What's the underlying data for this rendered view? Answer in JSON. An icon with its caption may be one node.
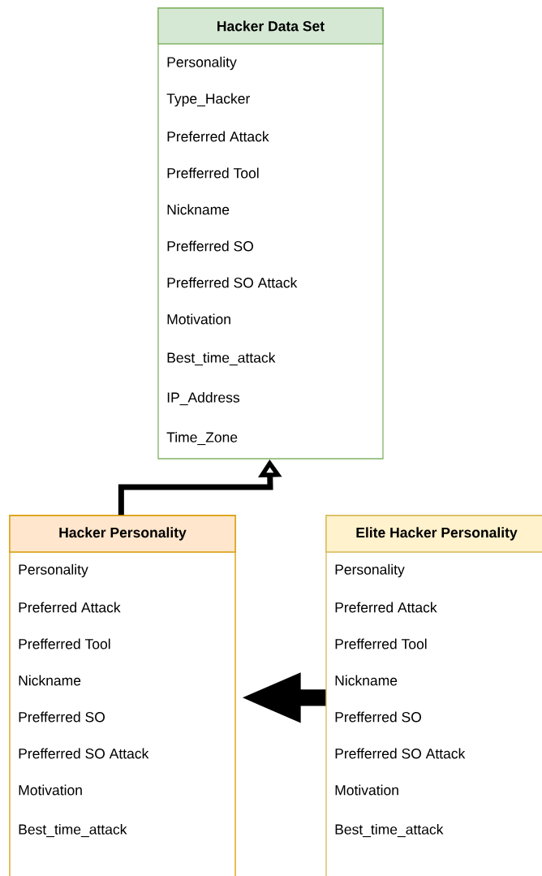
{
  "diagram": {
    "nodes": [
      {
        "text": [
          "Hacker Data Set",
          "Personality",
          "Type_Hacker",
          "Preferred Attack",
          "Prefferred Tool",
          "Nickname",
          "Prefferred SO",
          "Prefferred SO Attack",
          "Motivation",
          "Best_time_attack",
          "IP_Address",
          "Time_Zone"
        ]
      },
      {
        "text": [
          "Hacker Personality",
          "Personality",
          "Preferred Attack",
          "Prefferred Tool",
          "Nickname",
          "Prefferred SO",
          "Prefferred SO Attack",
          "Motivation",
          "Best_time_attack"
        ]
      },
      {
        "text": [
          "Elite Hacker Personality",
          "Personality",
          "Preferred Attack",
          "Prefferred Tool",
          "Nickname",
          "Prefferred SO",
          "Prefferred SO Attack",
          "Motivation",
          "Best_time_attack"
        ]
      }
    ],
    "edges": [
      {
        "from": 1,
        "to": 0,
        "arrow": "to"
      },
      {
        "from": 2,
        "to": 1,
        "arrow": "to",
        "style": "thick"
      }
    ]
  }
}
